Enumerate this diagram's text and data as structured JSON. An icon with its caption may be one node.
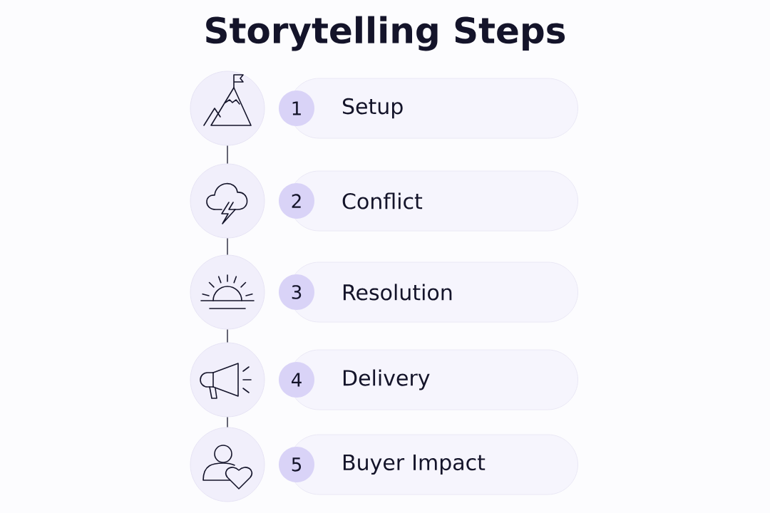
{
  "diagram": {
    "title": "Storytelling Steps",
    "nodes": [
      {
        "text": [],
        "shape": "circle"
      },
      {
        "text": [
          "1"
        ]
      },
      {
        "text": [
          "Setup"
        ]
      },
      {
        "text": [],
        "shape": "circle"
      },
      {
        "text": [
          "2"
        ]
      },
      {
        "text": [
          "Conflict"
        ]
      },
      {
        "text": [],
        "shape": "circle"
      },
      {
        "text": [
          "3"
        ]
      },
      {
        "text": [
          "Resolution"
        ]
      },
      {
        "text": [],
        "shape": "circle"
      },
      {
        "text": [
          "4"
        ]
      },
      {
        "text": [
          "Delivery"
        ]
      },
      {
        "text": [],
        "shape": "circle"
      },
      {
        "text": [
          "5"
        ]
      },
      {
        "text": [
          "Buyer Impact"
        ]
      }
    ],
    "edges": [
      {
        "from": 0,
        "to": 3,
        "arrow": "none"
      },
      {
        "from": 3,
        "to": 6,
        "arrow": "none"
      },
      {
        "from": 6,
        "to": 9,
        "arrow": "none"
      },
      {
        "from": 9,
        "to": 12,
        "arrow": "none"
      }
    ]
  }
}
